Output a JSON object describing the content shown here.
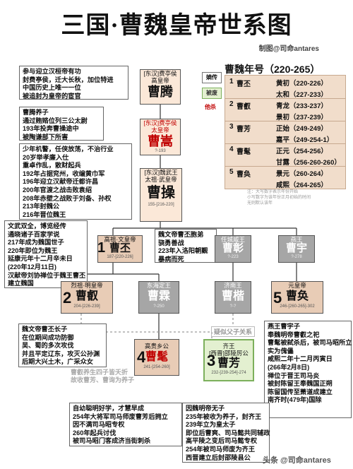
{
  "title": "三国·曹魏皇帝世系图",
  "credit": "制图@司命antares",
  "legend": {
    "direct": "嫡传",
    "adopted": "被废",
    "killed": "他杀"
  },
  "era": {
    "title": "曹魏年号（220-265）",
    "rows": [
      {
        "no": "1",
        "emp": "曹丕",
        "name": "黄初（220-226）"
      },
      {
        "no": "",
        "emp": "",
        "name": "太和（227-233）"
      },
      {
        "no": "2",
        "emp": "曹叡",
        "name": "青龙（233-237）"
      },
      {
        "no": "",
        "emp": "",
        "name": "景初（237-239）"
      },
      {
        "no": "3",
        "emp": "曹芳",
        "name": "正始（249-249）"
      },
      {
        "no": "",
        "emp": "",
        "name": "嘉平（249-254-1）"
      },
      {
        "no": "4",
        "emp": "曹髦",
        "name": "正元（254-256）"
      },
      {
        "no": "",
        "emp": "",
        "name": "甘露（256-260-260）"
      },
      {
        "no": "5",
        "emp": "曹奂",
        "name": "景元（260-264）"
      },
      {
        "no": "",
        "emp": "",
        "name": "咸熙（264-265）"
      }
    ],
    "note": "注：大写数字表示年份开始\n小写数字为该年份正月初始的时间\n无则默认该年"
  },
  "ancestors": [
    {
      "title": "[东汉]费亭侯",
      "sub": "高皇帝",
      "name": "曹腾"
    },
    {
      "title": "[东汉]费亭侯",
      "sub": "太皇帝",
      "name": "曹嵩",
      "years": "?-193"
    },
    {
      "title": "[东汉]魏武王",
      "sub": "太祖·武皇帝",
      "name": "曹操",
      "years": "155-[216-220]"
    }
  ],
  "notes": {
    "teng": [
      "参与迎立汉桓帝有功",
      "封费亭侯，迁大长秋，加位特进",
      "中国历史上唯一一位",
      "被追封为皇帝的宦官"
    ],
    "song": [
      "曹腾养子",
      "通过贿赂位列三公太尉",
      "193年投奔曹操途中",
      "被陶谦部下所害"
    ],
    "cao": [
      "少年机警，任侠放荡，不治行业",
      "20岁举孝廉入仕",
      "重卓作乱，散财起兵",
      "192年占据兖州，收编黄巾军",
      "196年迎立汉献帝迁都许昌",
      "200年官渡之战击败袁绍",
      "208年赤壁之战败于刘备、孙权",
      "213年封魏公",
      "216年晋位魏王"
    ],
    "pi": [
      "文武双全，博览经传",
      "通晓诸子百家学说",
      "217年成为魏国世子",
      "220年即位为魏王",
      "延康元年十二月辛未日",
      "(220年12月11日)",
      "汉献帝刘协禅位于魏王曹丕",
      "建立魏国"
    ],
    "zhi": [
      "魏文帝曹丕胞弟",
      "骁勇善战",
      "223年入洛阳朝觐",
      "暴病而死"
    ],
    "rui": [
      "魏文帝曹丕长子",
      "在位期间成功防御",
      "吴、蜀的多次攻伐",
      "并且平定辽东，攻灭公孙渊",
      "后期大兴土木，广采众女"
    ],
    "huan": [
      "燕王曹宇子",
      "奉魏明帝曹叡之祀",
      "曹髦被弑杀后，被司马昭所立",
      "实为傀儡",
      "咸熙二年十二月丙寅日",
      "(266年2月8日)",
      "禅位于晋王司马炎",
      "被封陈留王奉魏国正朔",
      "",
      "陈留国传至萧道成建立",
      "南齐时(479年)国除"
    ],
    "mao": [
      "自幼聪明好学，才慧早成",
      "254年大将军司马师废曹芳后拥立",
      "因不满司马昭专权",
      "260年起兵讨伐",
      "被司马昭门客成济当街刺杀"
    ],
    "fang": [
      "因魏明帝无子",
      "235年被收为养子，封齐王",
      "239年立为皇太子",
      "即位后曹爽、司马懿共同辅政",
      "高平陵之变后司马懿专权",
      "254年被司马师废为齐王",
      "西晋建立后封邵陵县公"
    ]
  },
  "adopt_note": [
    "曹叡养生四子皆夭折",
    "故收曹芳、曹询为养子"
  ],
  "nephew_note": "疑似父子关系",
  "sons": [
    {
      "title": "高祖·文皇帝",
      "name": "曹丕",
      "years": "187-[220-226]",
      "no": "1"
    },
    {
      "title": "任城威王",
      "name": "曹彰",
      "years": "?-223"
    },
    {
      "title": "燕王",
      "name": "曹宇",
      "years": "?-278"
    }
  ],
  "gen3": [
    {
      "title": "烈祖·明皇帝",
      "name": "曹叡",
      "years": "204-[226-239]",
      "no": "2"
    },
    {
      "title": "东海定王",
      "name": "曹霖",
      "years": "?-250"
    },
    {
      "title": "济南王",
      "name": "曹楷",
      "years": "?-?"
    },
    {
      "title": "元皇帝",
      "name": "曹奂",
      "years": "246-[260-265]-302",
      "no": "5"
    }
  ],
  "gen4": [
    {
      "title": "高贵乡公",
      "name": "曹髦",
      "years": "241-[254-260]",
      "no": "4"
    },
    {
      "title": "齐王",
      "sub": "[西晋]邵陵厉公",
      "name": "曹芳",
      "years": "232-[239-254]-274",
      "no": "3"
    }
  ],
  "watermark": "头条 @司命antares"
}
